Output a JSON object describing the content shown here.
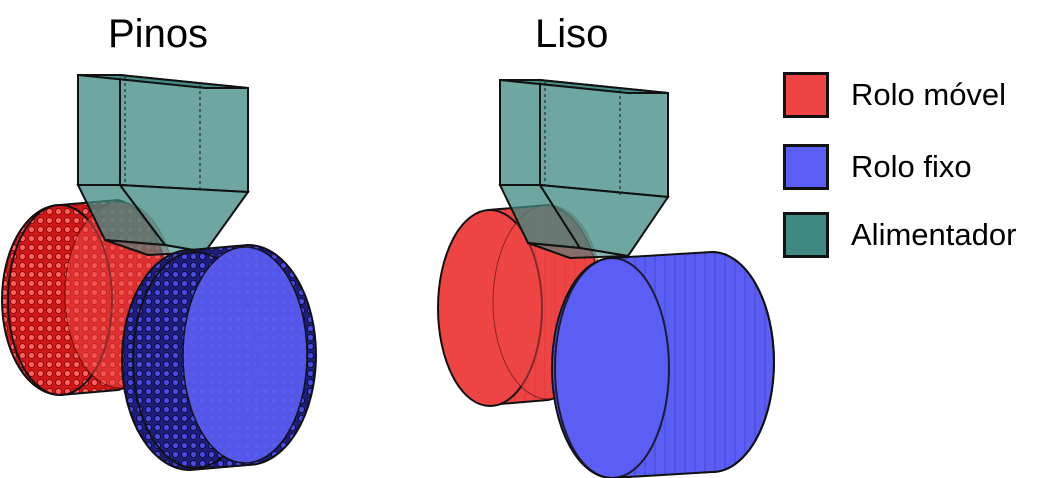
{
  "panels": [
    {
      "title": "Pinos"
    },
    {
      "title": "Liso"
    }
  ],
  "legend": [
    {
      "label": "Rolo móvel",
      "color": "#ef4444"
    },
    {
      "label": "Rolo fixo",
      "color": "#5b5ef5"
    },
    {
      "label": "Alimentador",
      "color": "#3e8a82"
    }
  ],
  "colors": {
    "roller_moving": "#ef4444",
    "roller_fixed": "#5b5ef5",
    "feeder": "#3e8a82",
    "outline": "#111111"
  }
}
